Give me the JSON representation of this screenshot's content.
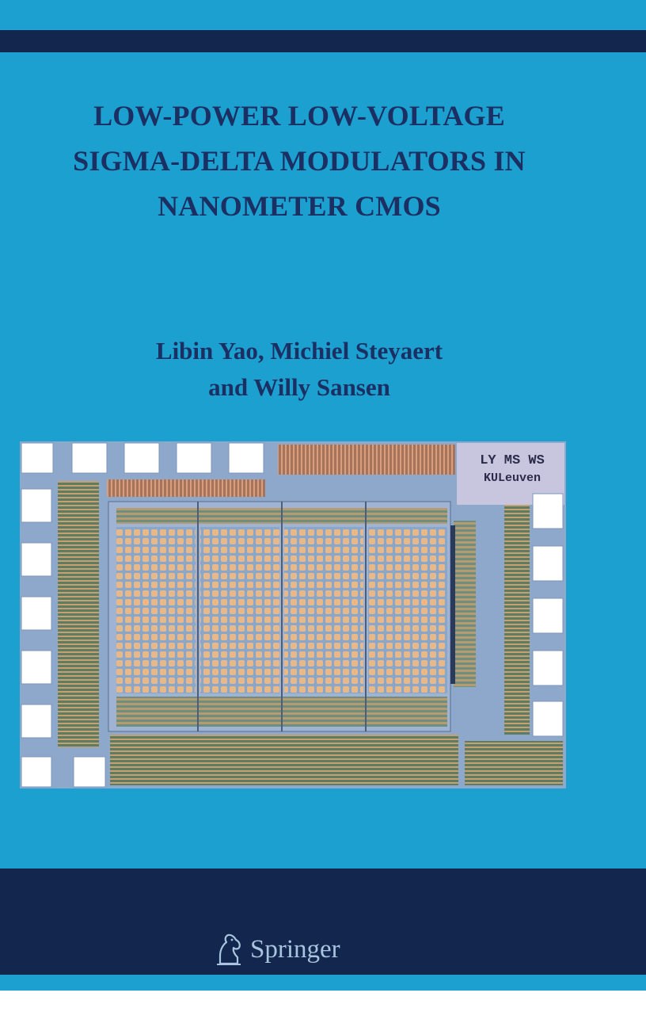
{
  "book": {
    "title_lines": [
      "LOW-POWER LOW-VOLTAGE",
      "SIGMA-DELTA MODULATORS IN",
      "NANOMETER CMOS"
    ],
    "author_lines": [
      "Libin Yao, Michiel Steyaert",
      "and Willy Sansen"
    ],
    "chip_label_line1": "LY MS WS",
    "chip_label_line2": "KULeuven",
    "publisher": "Springer"
  },
  "colors": {
    "cover_blue": "#1ca0cf",
    "band_navy": "#12264e",
    "title_text": "#1b2f63",
    "publisher_text": "#a8c4de"
  },
  "icons": [
    "springer-horse-logo-icon"
  ]
}
